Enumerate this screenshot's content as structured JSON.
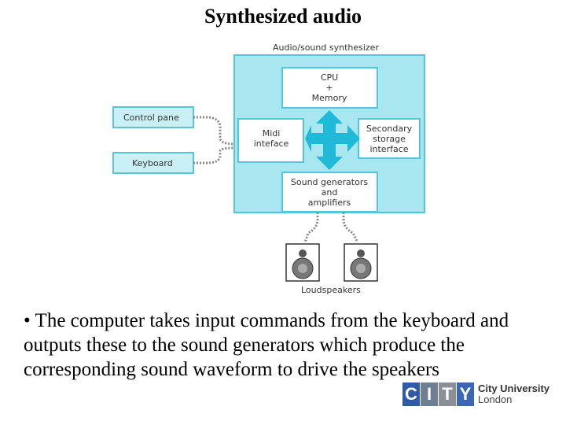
{
  "title": "Synthesized audio",
  "diagram": {
    "caption_top": "Audio/sound synthesizer",
    "caption_bottom": "Loudspeakers",
    "control_panel": "Control pane",
    "keyboard": "Keyboard",
    "cpu_lines": [
      "CPU",
      "+",
      "Memory"
    ],
    "midi_lines": [
      "Midi",
      "inteface"
    ],
    "secondary_lines": [
      "Secondary",
      "storage",
      "interface"
    ],
    "sound_lines": [
      "Sound generators",
      "and",
      "amplifiers"
    ],
    "colors": {
      "panel": "#a8e6f0",
      "border": "#55c6da",
      "arrow": "#20b9d8",
      "box": "#ffffff"
    }
  },
  "bullet": "• The computer takes input commands from the keyboard and outputs these to the sound generators which produce the corresponding sound waveform to drive the speakers",
  "logo": {
    "letters": [
      "C",
      "I",
      "T",
      "Y"
    ],
    "colors": [
      "#2f5aa8",
      "#6f7f93",
      "#8a8f98",
      "#3b66b3"
    ],
    "line1": "City University",
    "line2": "London"
  }
}
